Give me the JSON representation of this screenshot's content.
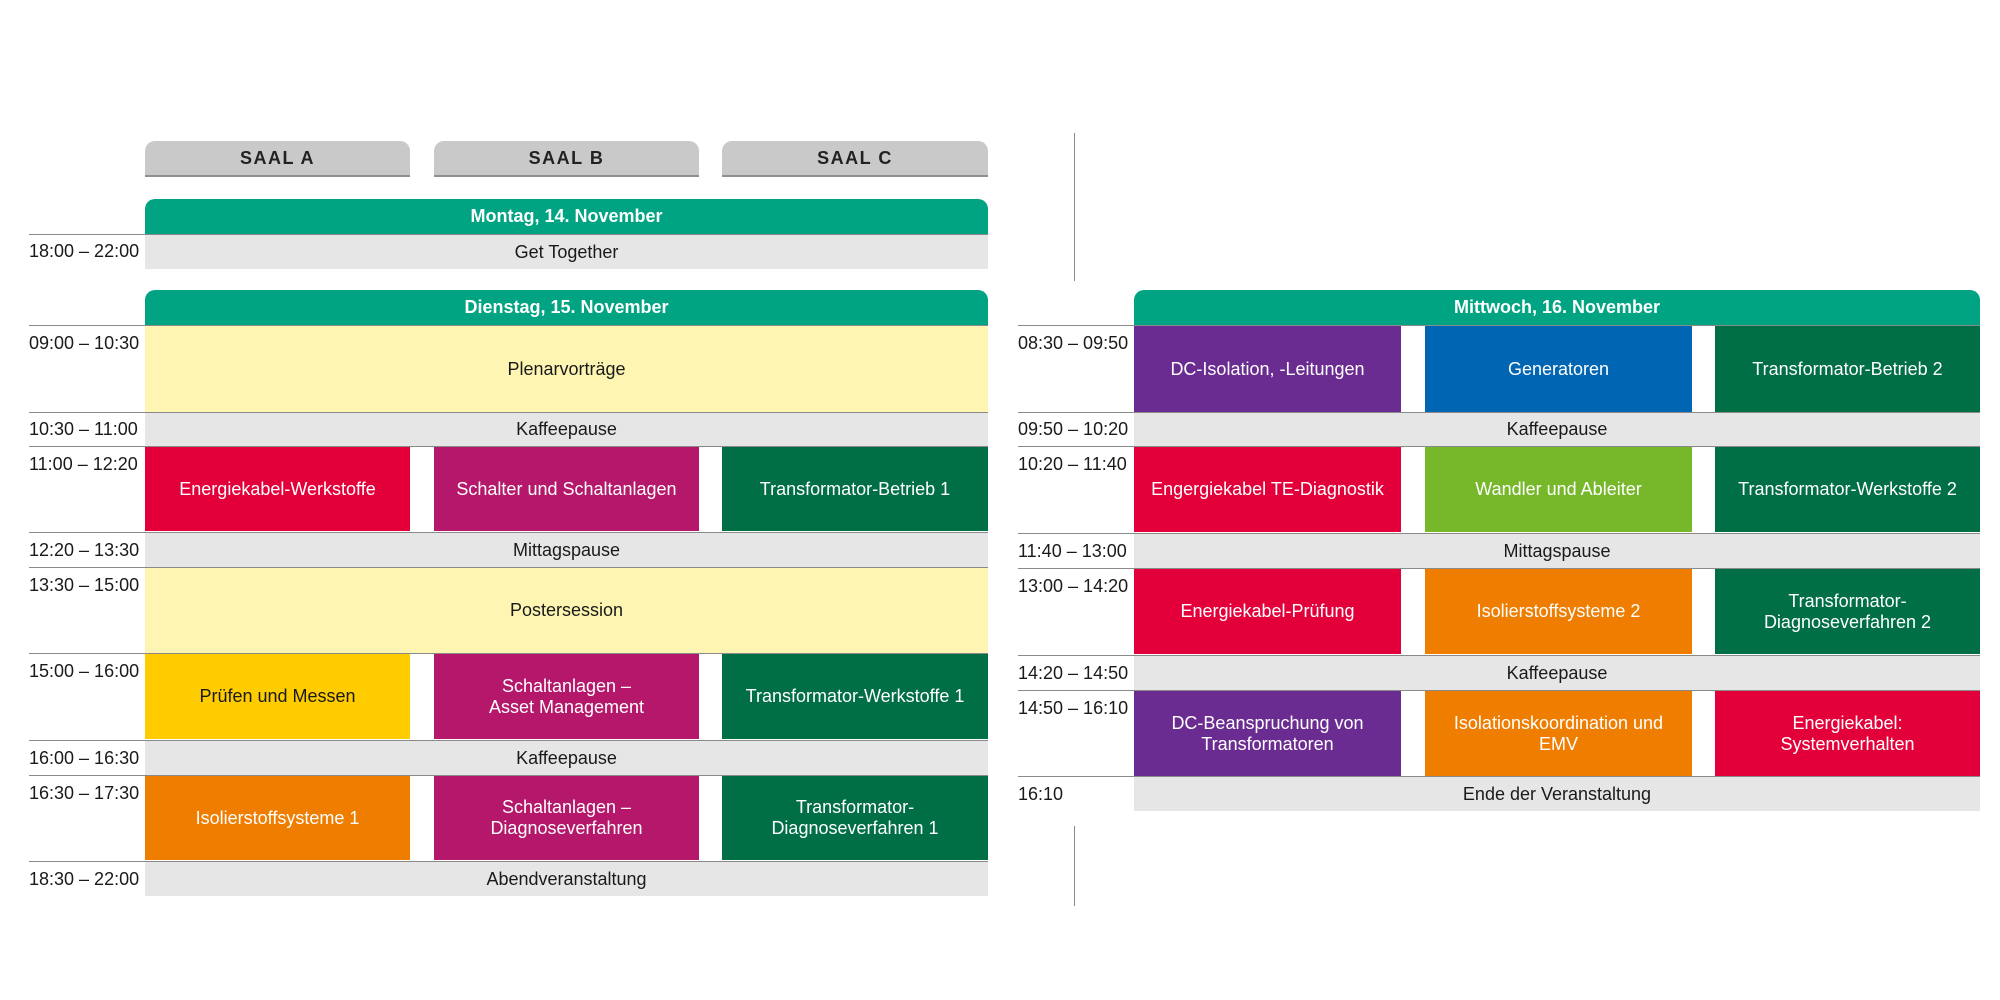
{
  "rooms": [
    "SAAL A",
    "SAAL B",
    "SAAL C"
  ],
  "colors": {
    "day_header": "#00a482",
    "pause": "#e6e6e6",
    "plenary": "#fdf5b1",
    "red": "#e3003a",
    "magenta": "#b5176a",
    "dark_green": "#006f45",
    "yellow": "#ffcc00",
    "orange": "#ef7d00",
    "purple": "#6b2c91",
    "blue": "#0066b3",
    "light_green": "#76b82a"
  },
  "days": {
    "monday": {
      "title": "Montag, 14. November",
      "rows": [
        {
          "time": "18:00 – 22:00",
          "label": "Get Together"
        }
      ]
    },
    "tuesday": {
      "title": "Dienstag, 15. November",
      "rows": [
        {
          "time": "09:00 – 10:30",
          "label": "Plenarvorträge"
        },
        {
          "time": "10:30 – 11:00",
          "label": "Kaffeepause"
        },
        {
          "time": "11:00 – 12:20",
          "sessions": [
            "Energiekabel-Werkstoffe",
            "Schalter und Schaltanlagen",
            "Transformator-Betrieb 1"
          ]
        },
        {
          "time": "12:20 – 13:30",
          "label": "Mittagspause"
        },
        {
          "time": "13:30 – 15:00",
          "label": "Postersession"
        },
        {
          "time": "15:00 – 16:00",
          "sessions": [
            "Prüfen und Messen",
            "Schaltanlagen –\nAsset Management",
            "Transformator-Werkstoffe 1"
          ]
        },
        {
          "time": "16:00 – 16:30",
          "label": "Kaffeepause"
        },
        {
          "time": "16:30 – 17:30",
          "sessions": [
            "Isolierstoffsysteme 1",
            "Schaltanlagen –\nDiagnoseverfahren",
            "Transformator-\nDiagnoseverfahren 1"
          ]
        },
        {
          "time": "18:30 – 22:00",
          "label": "Abendveranstaltung"
        }
      ]
    },
    "wednesday": {
      "title": "Mittwoch, 16. November",
      "rows": [
        {
          "time": "08:30 – 09:50",
          "sessions": [
            "DC-Isolation, -Leitungen",
            "Generatoren",
            "Transformator-Betrieb 2"
          ]
        },
        {
          "time": "09:50 – 10:20",
          "label": "Kaffeepause"
        },
        {
          "time": "10:20 – 11:40",
          "sessions": [
            "Engergiekabel TE-Diagnostik",
            "Wandler und Ableiter",
            "Transformator-Werkstoffe 2"
          ]
        },
        {
          "time": "11:40 – 13:00",
          "label": "Mittagspause"
        },
        {
          "time": "13:00 – 14:20",
          "sessions": [
            "Energiekabel-Prüfung",
            "Isolierstoffsysteme 2",
            "Transformator-\nDiagnoseverfahren 2"
          ]
        },
        {
          "time": "14:20 – 14:50",
          "label": "Kaffeepause"
        },
        {
          "time": "14:50 – 16:10",
          "sessions": [
            "DC-Beanspruchung von\nTransformatoren",
            "Isolationskoordination und\nEMV",
            "Energiekabel: Systemverhalten"
          ]
        },
        {
          "time": "16:10",
          "label": "Ende der Veranstaltung"
        }
      ]
    }
  }
}
